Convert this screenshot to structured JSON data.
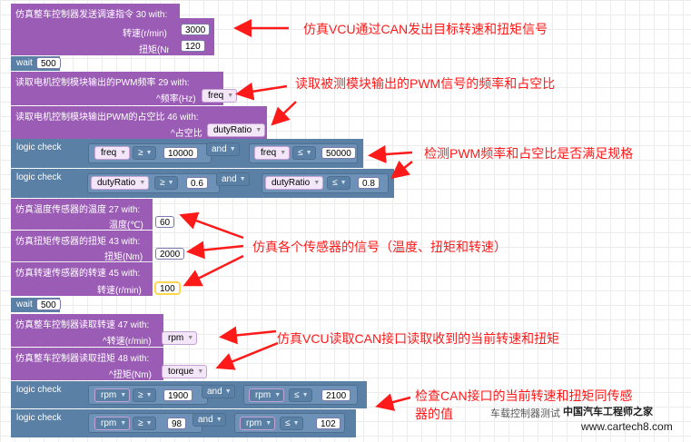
{
  "blocks": {
    "vcu_send": {
      "title": "仿真整车控制器发送调速指令  30  with:",
      "speed_label": "转速(r/min)",
      "speed_value": "3000",
      "torque_label": "扭矩(Nm)",
      "torque_value": "120"
    },
    "wait1": {
      "label": "wait",
      "value": "500"
    },
    "pwm_freq": {
      "title": "读取电机控制模块输出的PWM频率  29  with:",
      "param_label": "^频率(Hz)",
      "var": "freq"
    },
    "pwm_duty": {
      "title": "读取电机控制模块输出PWM的占空比  46  with:",
      "param_label": "^占空比",
      "var": "dutyRatio"
    },
    "check1": {
      "label": "logic check",
      "left": {
        "var": "freq",
        "op": "≥",
        "value": "10000"
      },
      "join": "and",
      "right": {
        "var": "freq",
        "op": "≤",
        "value": "50000"
      }
    },
    "check2": {
      "label": "logic check",
      "left": {
        "var": "dutyRatio",
        "op": "≥",
        "value": "0.6"
      },
      "join": "and",
      "right": {
        "var": "dutyRatio",
        "op": "≤",
        "value": "0.8"
      }
    },
    "temp": {
      "title": "仿真温度传感器的温度  27  with:",
      "label": "温度(℃)",
      "value": "60"
    },
    "torque_sensor": {
      "title": "仿真扭矩传感器的扭矩  43  with:",
      "label": "扭矩(Nm)",
      "value": "2000"
    },
    "speed_sensor": {
      "title": "仿真转速传感器的转速  45  with:",
      "label": "转速(r/min)",
      "value": "100"
    },
    "wait2": {
      "label": "wait",
      "value": "500"
    },
    "read_speed": {
      "title": "仿真整车控制器读取转速  47  with:",
      "label": "^转速(r/min)",
      "var": "rpm"
    },
    "read_torque": {
      "title": "仿真整车控制器读取扭矩  48  with:",
      "label": "^扭矩(Nm)",
      "var": "torque"
    },
    "check3": {
      "label": "logic check",
      "left": {
        "var": "rpm",
        "op": "≥",
        "value": "1900"
      },
      "join": "and",
      "right": {
        "var": "rpm",
        "op": "≤",
        "value": "2100"
      }
    },
    "check4": {
      "label": "logic check",
      "left": {
        "var": "rpm",
        "op": "≥",
        "value": "98"
      },
      "join": "and",
      "right": {
        "var": "rpm",
        "op": "≤",
        "value": "102"
      }
    }
  },
  "annotations": {
    "a1": "仿真VCU通过CAN发出目标转速和扭矩信号",
    "a2": "读取被测模块输出的PWM信号的频率和占空比",
    "a3": "检测PWM频率和占空比是否满足规格",
    "a4": "仿真各个传感器的信号（温度、扭矩和转速）",
    "a5": "仿真VCU读取CAN接口读取收到的当前转速和扭矩",
    "a6_line1": "检查CAN接口的当前转速和扭矩同传感",
    "a6_line2": "器的值"
  },
  "watermark": {
    "text1": "中国汽车工程师之家",
    "text2": "www.cartech8.com",
    "partial": "车载控制器测试"
  },
  "colors": {
    "block_purple": "#9a5cb4",
    "block_blue": "#5b80a5",
    "annotation_red": "#ff1a1a"
  }
}
